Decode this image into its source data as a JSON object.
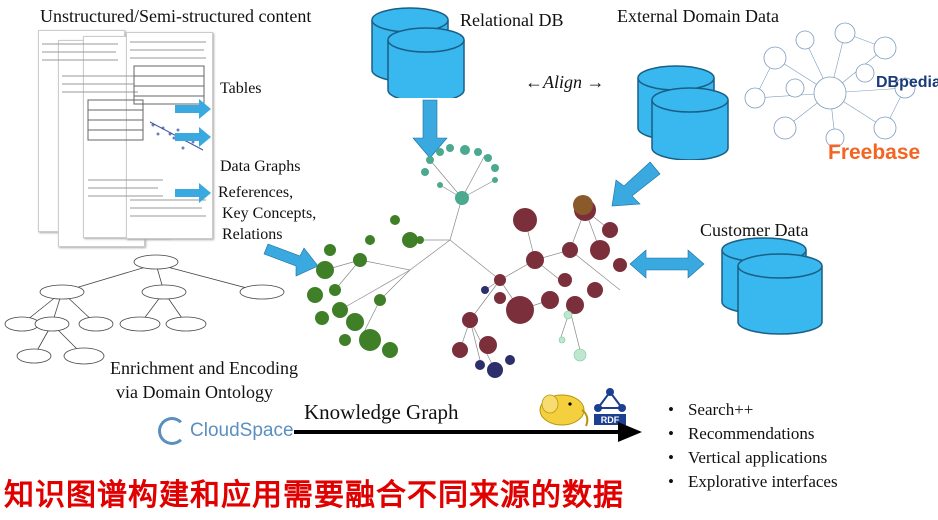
{
  "labels": {
    "unstructured": "Unstructured/Semi-structured content",
    "relational_db": "Relational DB",
    "external_domain": "External Domain Data",
    "align": "←Align →",
    "tables": "Tables",
    "data_graphs": "Data Graphs",
    "references": "References,",
    "key_concepts": "Key Concepts,",
    "relations": "Relations",
    "customer_data": "Customer Data",
    "enrichment_1": "Enrichment and Encoding",
    "enrichment_2": "via Domain Ontology",
    "knowledge_graph": "Knowledge Graph"
  },
  "logos": {
    "cloudspace": "CloudSpace",
    "dbpedia": "DBpedia",
    "freebase": "Freebase",
    "rdf": "RDF"
  },
  "outputs": [
    "Search++",
    "Recommendations",
    "Vertical applications",
    "Explorative interfaces"
  ],
  "caption": "知识图谱构建和应用需要融合不同来源的数据",
  "colors": {
    "db_blue": "#39b7ef",
    "arrow_blue": "#39a9e0",
    "green_nodes": "#3f7f27",
    "maroon_nodes": "#7b2f3a",
    "teal_nodes": "#4aa98e",
    "navy_nodes": "#2c2f6a",
    "caption_red": "#e00000"
  }
}
